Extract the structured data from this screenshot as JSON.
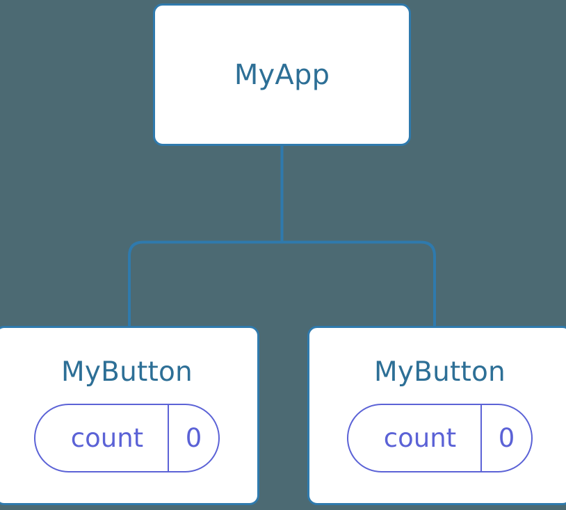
{
  "diagram": {
    "type": "component-tree",
    "background_color": "#4c6a73",
    "node_border_color": "#2f7aad",
    "node_title_color": "#2d6f96",
    "state_accent_color": "#5b62d6",
    "edge_color": "#2f7aad",
    "root": {
      "title": "MyApp"
    },
    "children": [
      {
        "title": "MyButton",
        "state": {
          "key": "count",
          "value": "0"
        }
      },
      {
        "title": "MyButton",
        "state": {
          "key": "count",
          "value": "0"
        }
      }
    ]
  }
}
